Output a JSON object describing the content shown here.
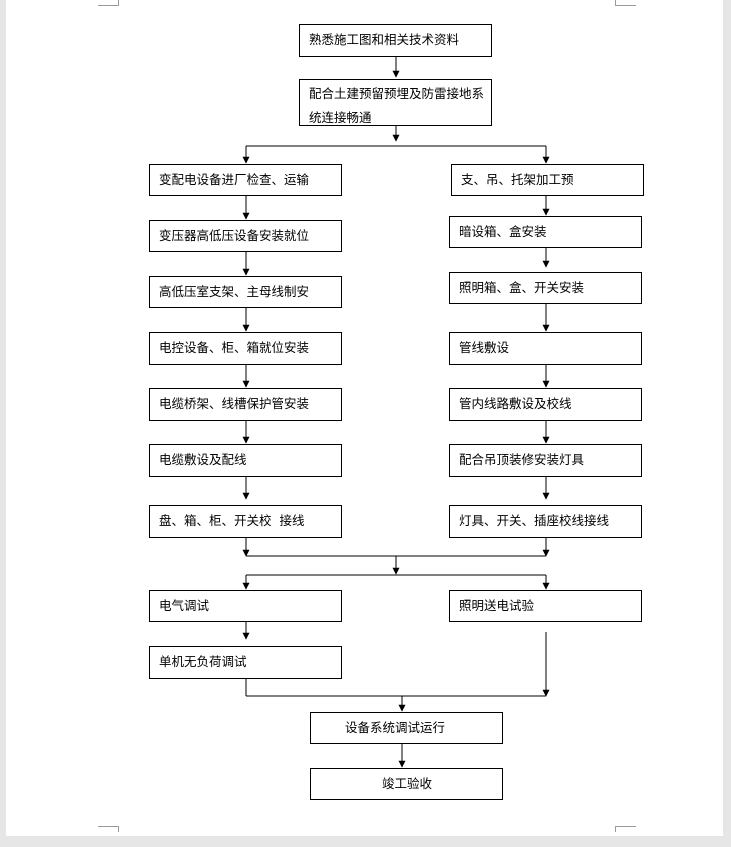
{
  "flowchart": {
    "top": [
      "熟悉施工图和相关技术资料",
      "配合土建预留预埋及防雷接地系统连接畅通"
    ],
    "left_branch": [
      "变配电设备进厂检查、运输",
      "变压器高低压设备安装就位",
      "高低压室支架、主母线制安",
      "电控设备、柜、箱就位安装",
      "电缆桥架、线槽保护管安装",
      "电缆敷设及配线",
      "盘、箱、柜、开关校  接线"
    ],
    "right_branch": [
      "支、吊、托架加工预",
      "暗设箱、盒安装",
      "照明箱、盒、开关安装",
      "管线敷设",
      "管内线路敷设及校线",
      "配合吊顶装修安装灯具",
      "灯具、开关、插座校线接线"
    ],
    "testing": {
      "electrical_test": "电气调试",
      "single_machine_test": "单机无负荷调试",
      "lighting_power_test": "照明送电试验"
    },
    "final": [
      "设备系统调试运行",
      "竣工验收"
    ]
  }
}
